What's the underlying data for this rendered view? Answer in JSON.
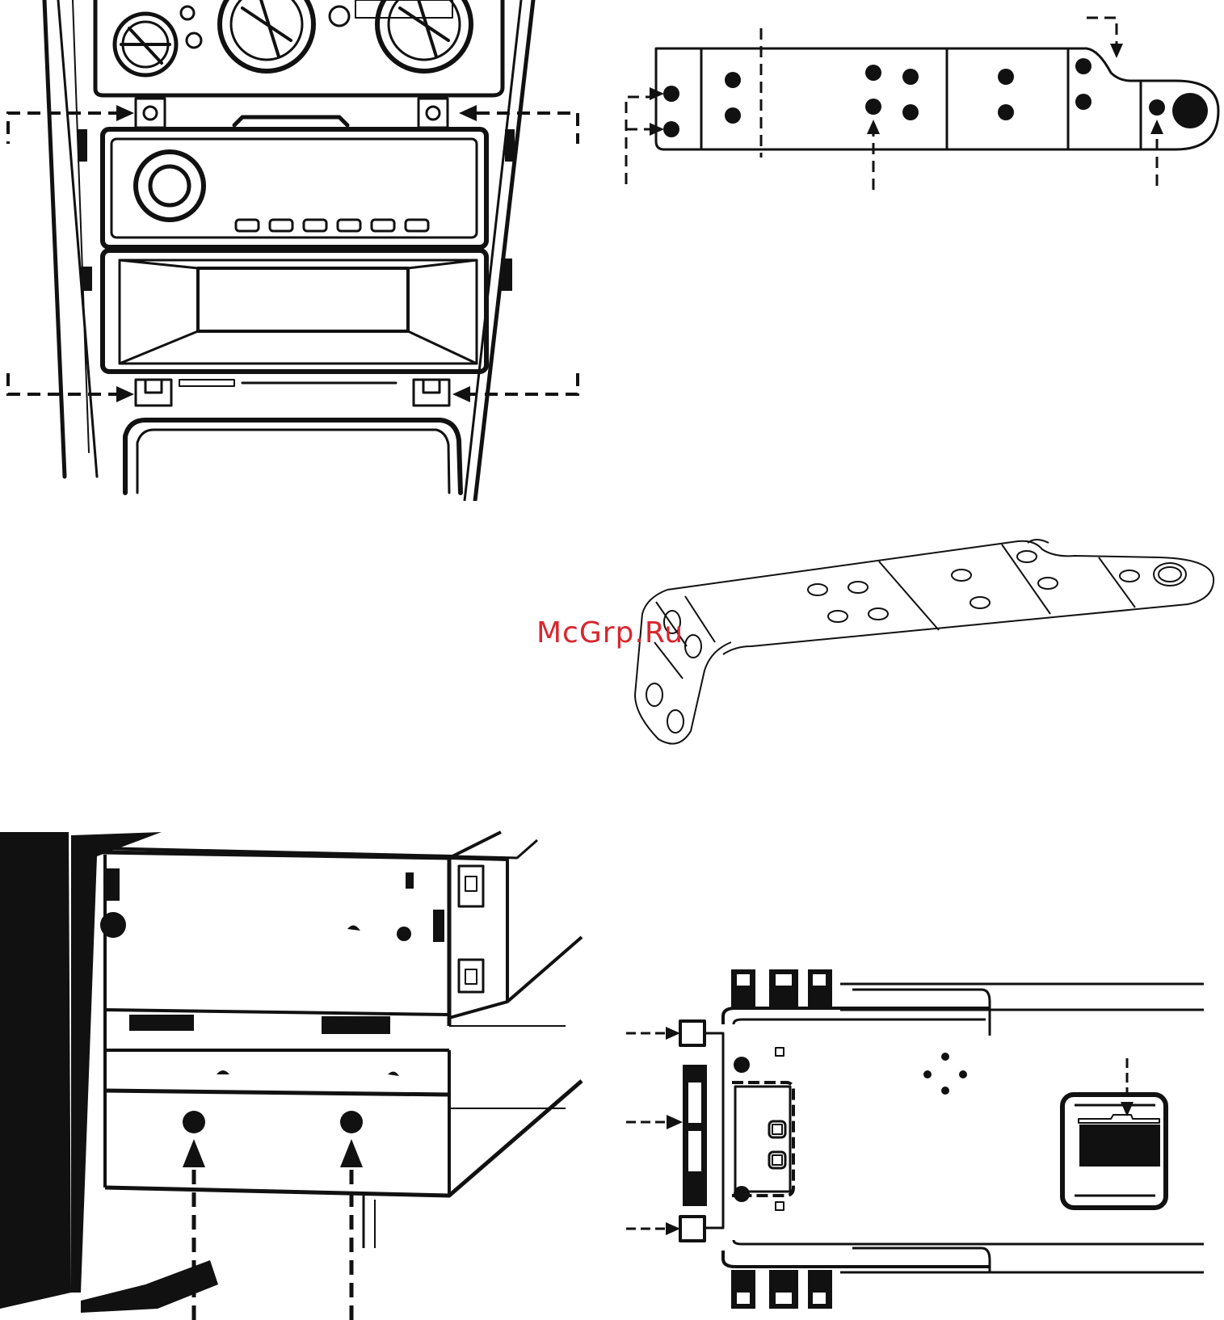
{
  "watermark": {
    "text": "McGrp.Ru",
    "color": "#d8262e"
  },
  "colors": {
    "ink": "#111111",
    "paper": "#ffffff"
  },
  "figures": [
    {
      "id": "dash-console",
      "icon": "dashboard-console-illustration"
    },
    {
      "id": "bracket-top-view",
      "icon": "flat-bracket-illustration"
    },
    {
      "id": "bracket-iso-view",
      "icon": "bent-bracket-illustration"
    },
    {
      "id": "radio-side-view",
      "icon": "radio-chassis-illustration"
    },
    {
      "id": "radio-bottom-view",
      "icon": "radio-bottom-illustration"
    }
  ]
}
